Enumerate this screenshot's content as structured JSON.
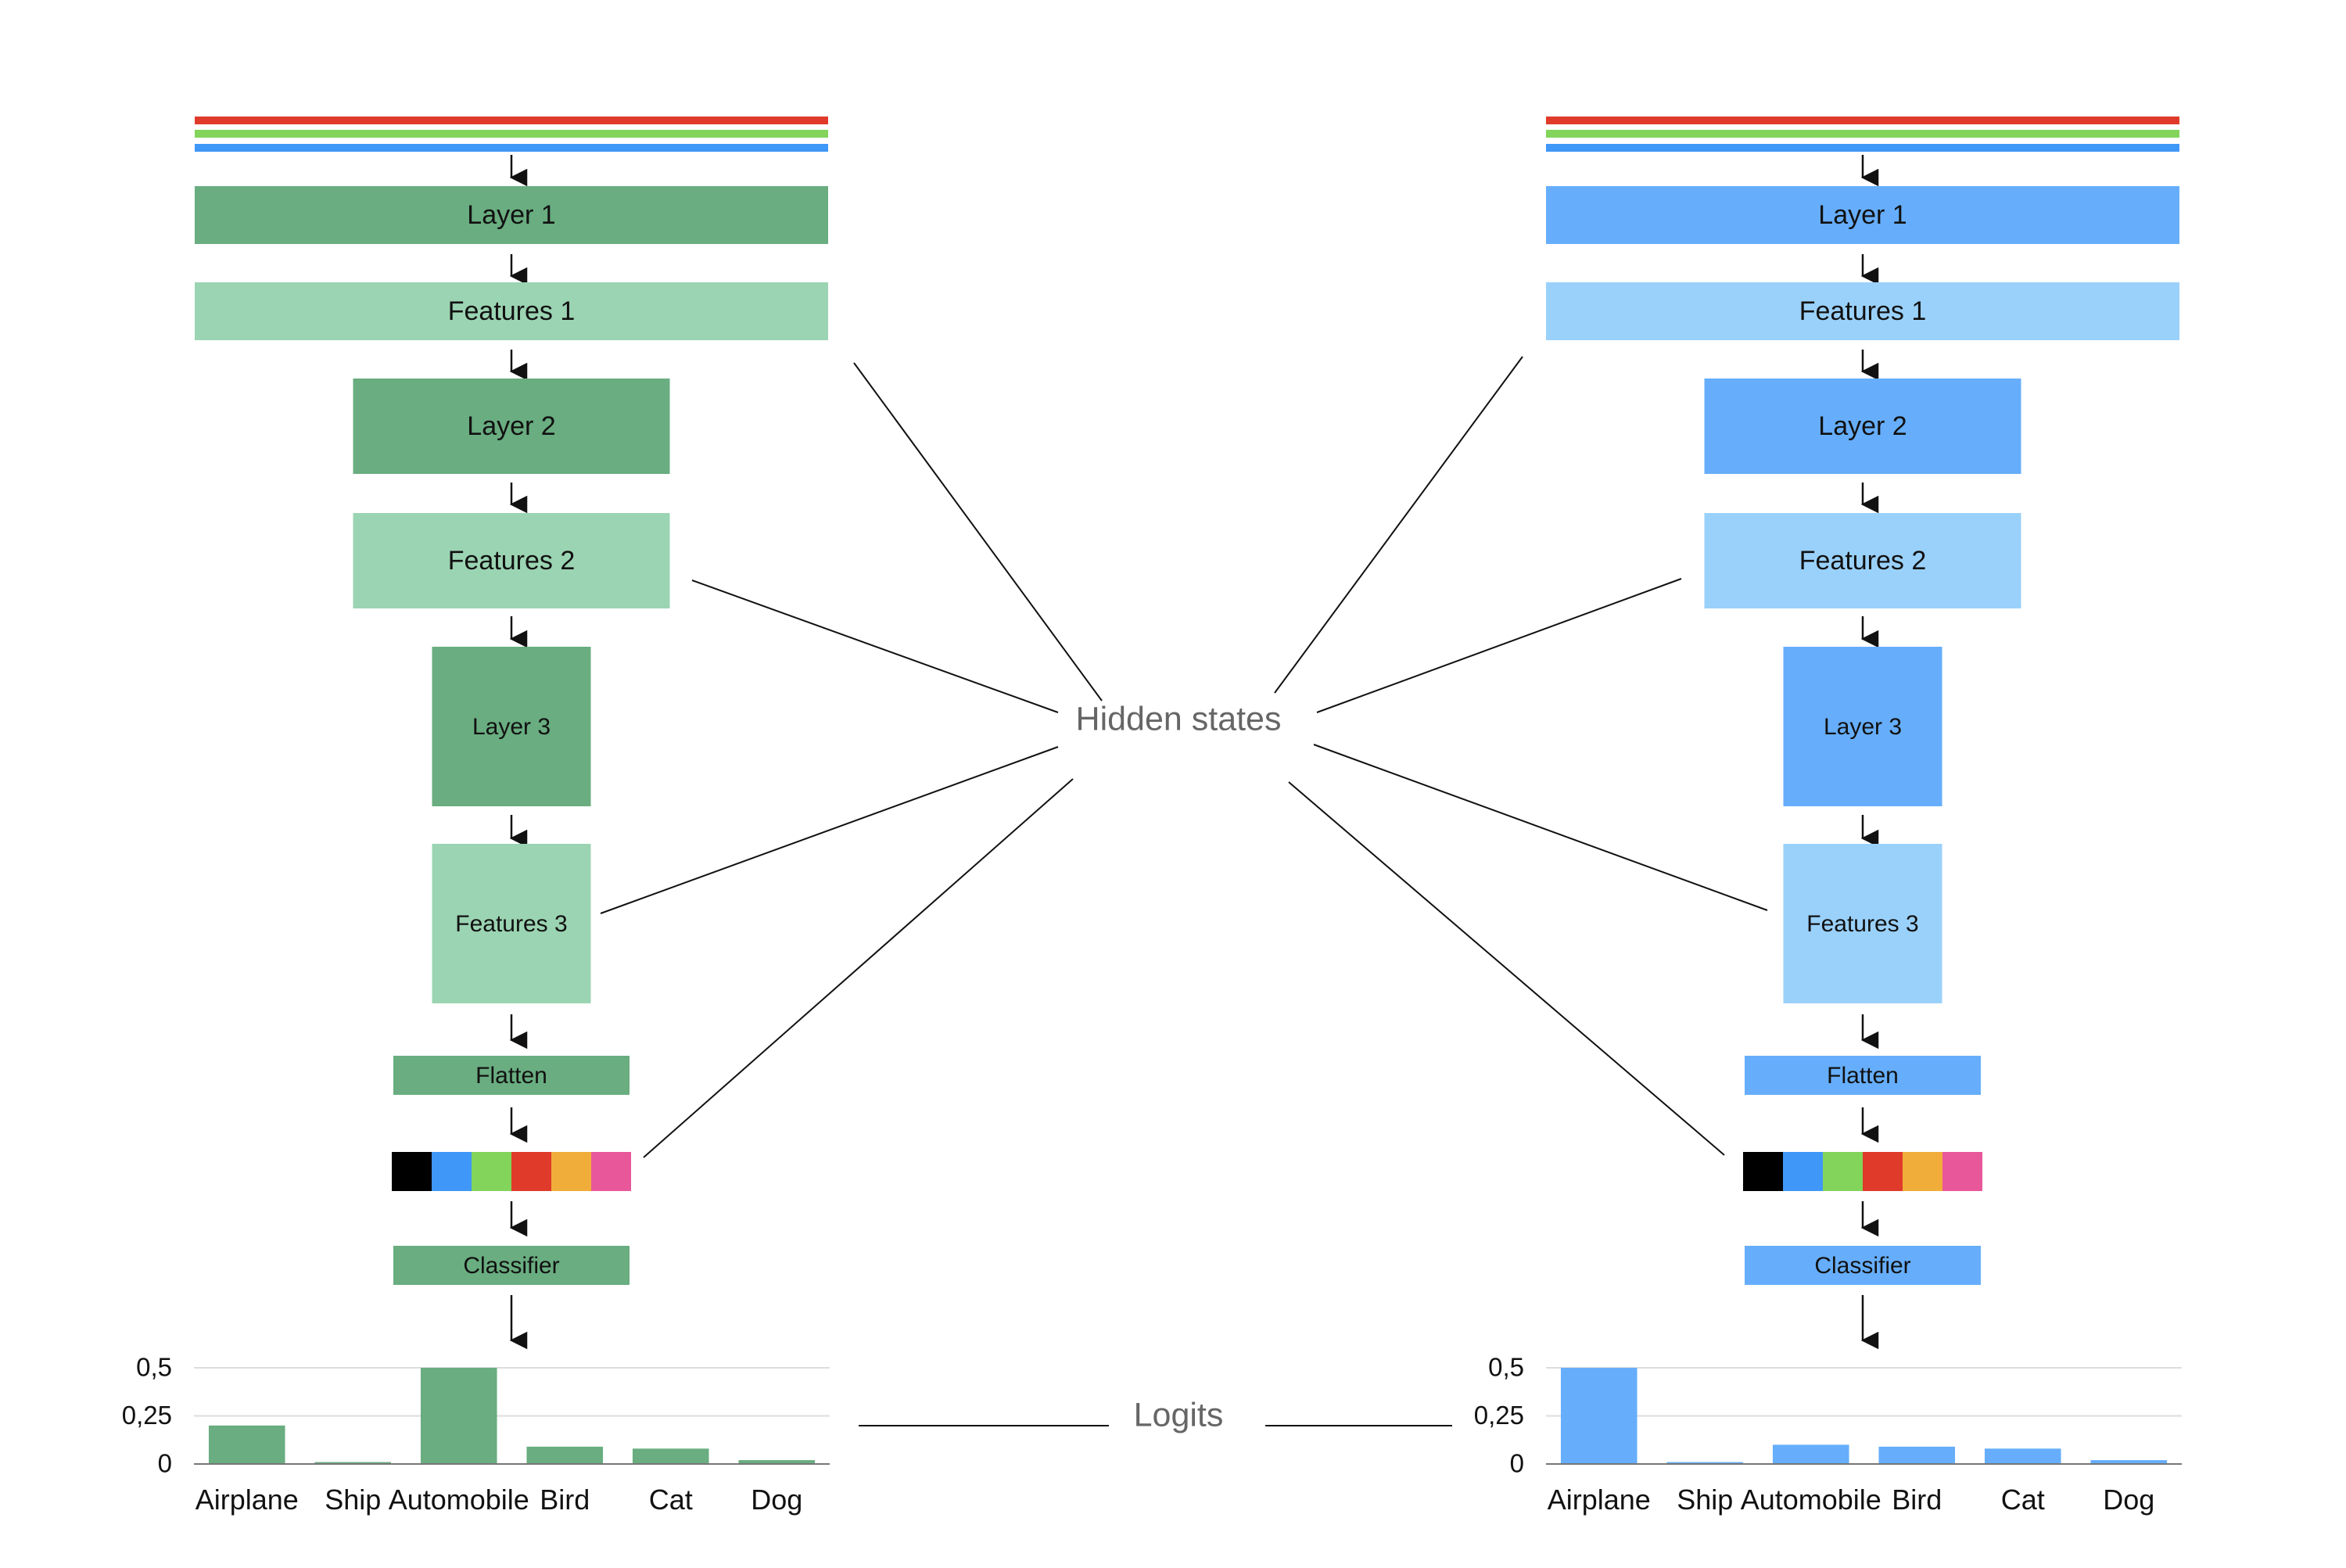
{
  "colors": {
    "left_layer": "#69ad80",
    "left_feature": "#9bd4b2",
    "right_layer": "#66aefb",
    "right_feature": "#9ad1fb",
    "stripe_red": "#e03b2a",
    "stripe_green": "#82d45b",
    "stripe_blue": "#3f97f8",
    "swatches": [
      "#000000",
      "#3f97f8",
      "#82d45b",
      "#e03b2a",
      "#f1ad3a",
      "#e9579b"
    ],
    "connector": "#111111",
    "annotation_text": "#666666"
  },
  "annotations": {
    "hidden_states": "Hidden states",
    "logits": "Logits"
  },
  "networks": [
    {
      "id": "left",
      "blocks": [
        {
          "label": "Layer 1",
          "kind": "layer"
        },
        {
          "label": "Features 1",
          "kind": "feature"
        },
        {
          "label": "Layer 2",
          "kind": "layer"
        },
        {
          "label": "Features  2",
          "kind": "feature"
        },
        {
          "label": "Layer 3",
          "kind": "layer"
        },
        {
          "label": "Features 3",
          "kind": "feature"
        },
        {
          "label": "Flatten",
          "kind": "layer"
        },
        {
          "label": "Classifier",
          "kind": "layer"
        }
      ]
    },
    {
      "id": "right",
      "blocks": [
        {
          "label": "Layer 1",
          "kind": "layer"
        },
        {
          "label": "Features 1",
          "kind": "feature"
        },
        {
          "label": "Layer 2",
          "kind": "layer"
        },
        {
          "label": "Features  2",
          "kind": "feature"
        },
        {
          "label": "Layer 3",
          "kind": "layer"
        },
        {
          "label": "Features 3",
          "kind": "feature"
        },
        {
          "label": "Flatten",
          "kind": "layer"
        },
        {
          "label": "Classifier",
          "kind": "layer"
        }
      ]
    }
  ],
  "chart_data": [
    {
      "type": "bar",
      "categories": [
        "Airplane",
        "Ship",
        "Automobile",
        "Bird",
        "Cat",
        "Dog"
      ],
      "values": [
        0.2,
        0.01,
        0.5,
        0.09,
        0.08,
        0.02
      ],
      "yticks": [
        "0",
        "0,25",
        "0,5"
      ],
      "ylim": [
        0,
        0.5
      ],
      "grid": true,
      "color": "#69ad80"
    },
    {
      "type": "bar",
      "categories": [
        "Airplane",
        "Ship",
        "Automobile",
        "Bird",
        "Cat",
        "Dog"
      ],
      "values": [
        0.5,
        0.01,
        0.1,
        0.09,
        0.08,
        0.02
      ],
      "yticks": [
        "0",
        "0,25",
        "0,5"
      ],
      "ylim": [
        0,
        0.5
      ],
      "grid": true,
      "color": "#66aefb"
    }
  ]
}
